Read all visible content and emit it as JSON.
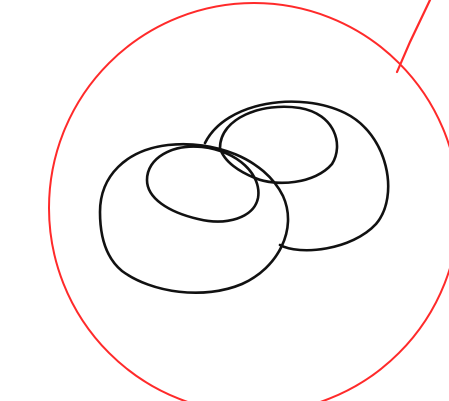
{
  "colors": {
    "background": "#ffffff",
    "magnifier_outline": "#ff2a2a",
    "ink": "#111111"
  },
  "figure": {
    "magnifier_circle": "magnifier-circle",
    "leader_line": "leader-line",
    "objects": [
      {
        "name": "front-blob-outer"
      },
      {
        "name": "front-blob-inner"
      },
      {
        "name": "back-blob-outer"
      },
      {
        "name": "back-blob-inner"
      }
    ]
  }
}
